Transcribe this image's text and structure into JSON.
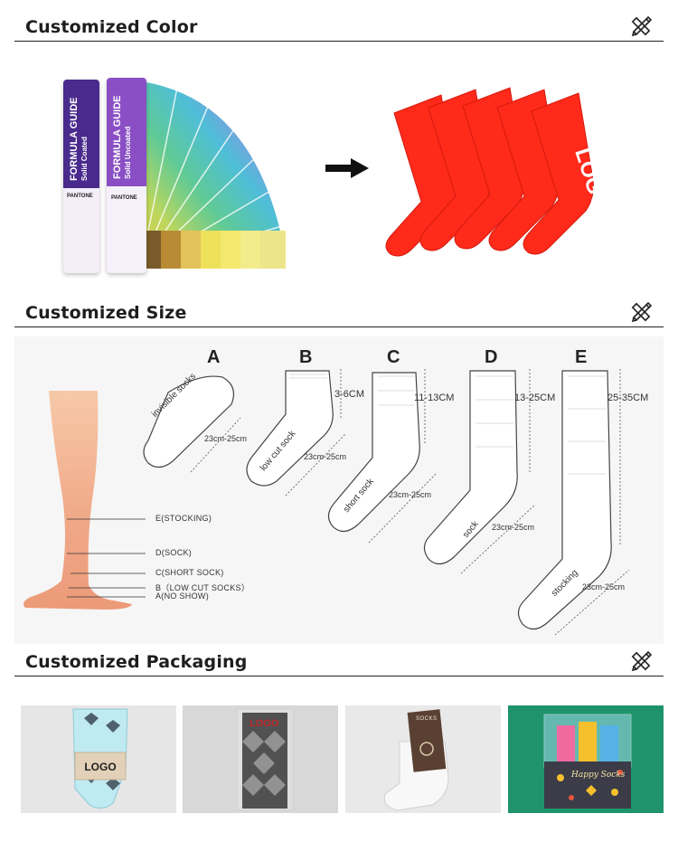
{
  "sections": {
    "color": {
      "title": "Customized Color",
      "icon": "pencil-ruler-icon"
    },
    "size": {
      "title": "Customized Size",
      "icon": "pencil-ruler-icon"
    },
    "packaging": {
      "title": "Customized Packaging",
      "icon": "pencil-ruler-icon"
    }
  },
  "color_panel": {
    "guide_1": {
      "title": "FORMULA GUIDE",
      "subtitle": "Solid Coated",
      "brand": "PANTONE",
      "accent": "#4a2a8c"
    },
    "guide_2": {
      "title": "FORMULA GUIDE",
      "subtitle": "Solid Uncoated",
      "brand": "PANTONE",
      "accent": "#8a4fc4"
    },
    "sock_color": "#ff2a1a",
    "sock_logo": "LOGO"
  },
  "size_chart": {
    "types": [
      {
        "letter": "A",
        "name": "invisible socks",
        "foot": "23cm-25cm",
        "height": ""
      },
      {
        "letter": "B",
        "name": "low cut sock",
        "foot": "23cm-25cm",
        "height": "3-6CM"
      },
      {
        "letter": "C",
        "name": "short sock",
        "foot": "23cm-25cm",
        "height": "11-13CM"
      },
      {
        "letter": "D",
        "name": "sock",
        "foot": "23cm-25cm",
        "height": "13-25CM"
      },
      {
        "letter": "E",
        "name": "stocking",
        "foot": "23cm-25cm",
        "height": "25-35CM"
      }
    ],
    "leg_levels": [
      "E(STOCKING)",
      "D(SOCK)",
      "C(SHORT SOCK)",
      "B（LOW CUT SOCKS）",
      "A(NO SHOW)"
    ]
  },
  "packaging": {
    "logo_label": "LOGO",
    "items": [
      {
        "caption": "LOGO"
      },
      {
        "caption": "LOGO"
      },
      {
        "caption": "SOCKS"
      },
      {
        "caption": "Happy Socks"
      }
    ]
  }
}
